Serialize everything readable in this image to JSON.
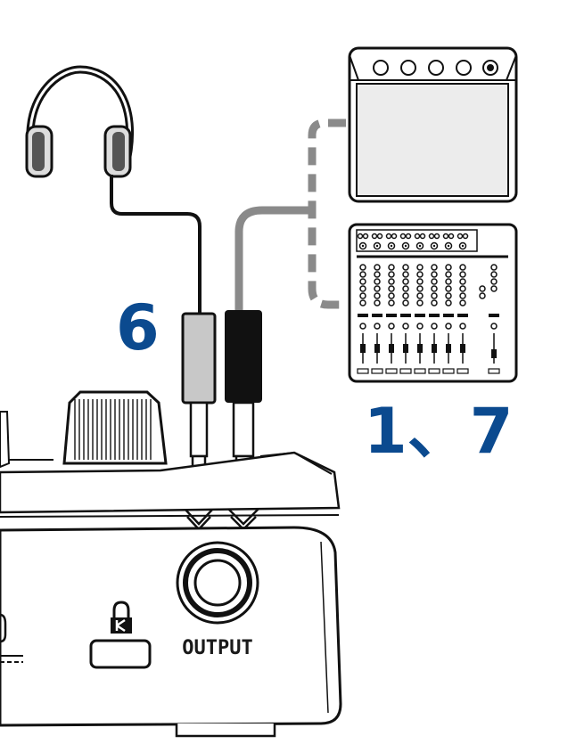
{
  "labels": {
    "step_headphones": "6",
    "step_amp_mixer": "1、7",
    "output_jack": "OUTPUT"
  },
  "icons": {
    "headphones": "headphones-icon",
    "amplifier": "guitar-amplifier-icon",
    "mixer": "mixer-icon",
    "lock": "kensington-lock-icon"
  },
  "colors": {
    "step_number": "#0b4a8f",
    "line_cable": "#8a8a8a",
    "headphone_plug": "#c8c8c8",
    "line_plug": "#111111"
  }
}
